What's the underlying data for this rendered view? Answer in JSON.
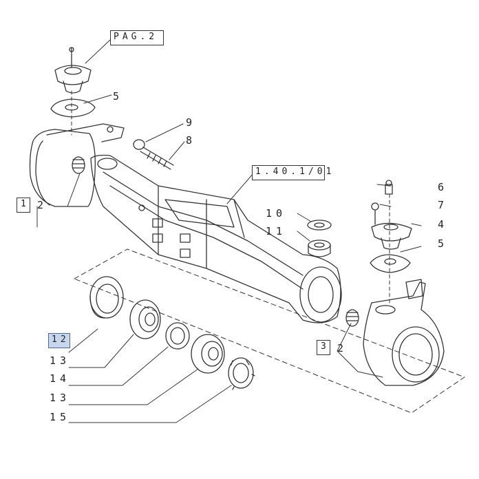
{
  "callouts": {
    "pag": "PAG.2",
    "ref_axle": "1.40.1/01",
    "l5a": "5",
    "l9": "9",
    "l8": "8",
    "l6": "6",
    "l7": "7",
    "l4": "4",
    "l5b": "5",
    "l10": "10",
    "l11": "11",
    "left_group": "1",
    "left_group_item": "2",
    "right_group": "3",
    "right_group_item": "2",
    "selected": "12",
    "l13a": "13",
    "l14": "14",
    "l13b": "13",
    "l15": "15"
  },
  "colors": {
    "line": "#333333",
    "selected_fill": "#c7d6ea",
    "selected_border": "#4a6a99"
  }
}
